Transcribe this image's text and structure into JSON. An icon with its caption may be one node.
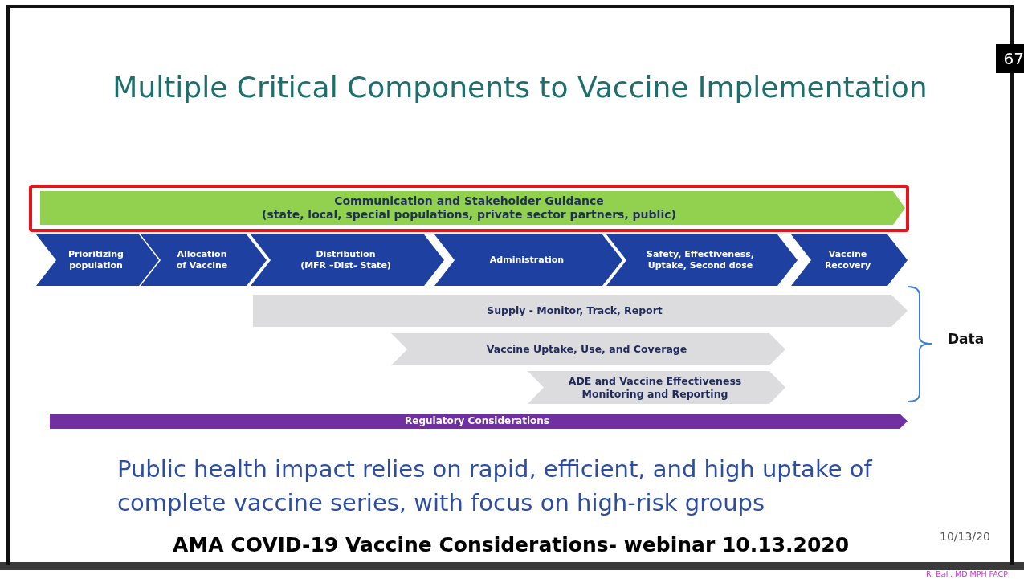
{
  "diagram": {
    "title": "Multiple Critical Components to Vaccine Implementation",
    "nodes": [
      {
        "text": [
          "Communication and Stakeholder Guidance",
          "(state, local, special populations, private sector partners, public)"
        ]
      },
      {
        "text": [
          "Prioritizing population"
        ]
      },
      {
        "text": [
          "Allocation of Vaccine"
        ]
      },
      {
        "text": [
          "Distribution",
          "(MFR –Dist- State)"
        ]
      },
      {
        "text": [
          "Administration"
        ]
      },
      {
        "text": [
          "Safety, Effectiveness, Uptake, Second dose"
        ]
      },
      {
        "text": [
          "Vaccine Recovery"
        ]
      },
      {
        "text": [
          "Supply - Monitor, Track, Report"
        ]
      },
      {
        "text": [
          "Vaccine Uptake, Use, and Coverage"
        ]
      },
      {
        "text": [
          "ADE and Vaccine Effectiveness Monitoring and Reporting"
        ]
      },
      {
        "text": [
          "Regulatory Considerations"
        ]
      }
    ],
    "edges": [],
    "labels": [
      "67",
      "Data",
      "Public health impact relies on rapid, efficient, and high uptake of complete vaccine series, with focus on high-risk groups",
      "AMA COVID-19 Vaccine Considerations- webinar 10.13.2020",
      "10/13/20",
      "R. Ball, MD MPH FACP"
    ]
  }
}
